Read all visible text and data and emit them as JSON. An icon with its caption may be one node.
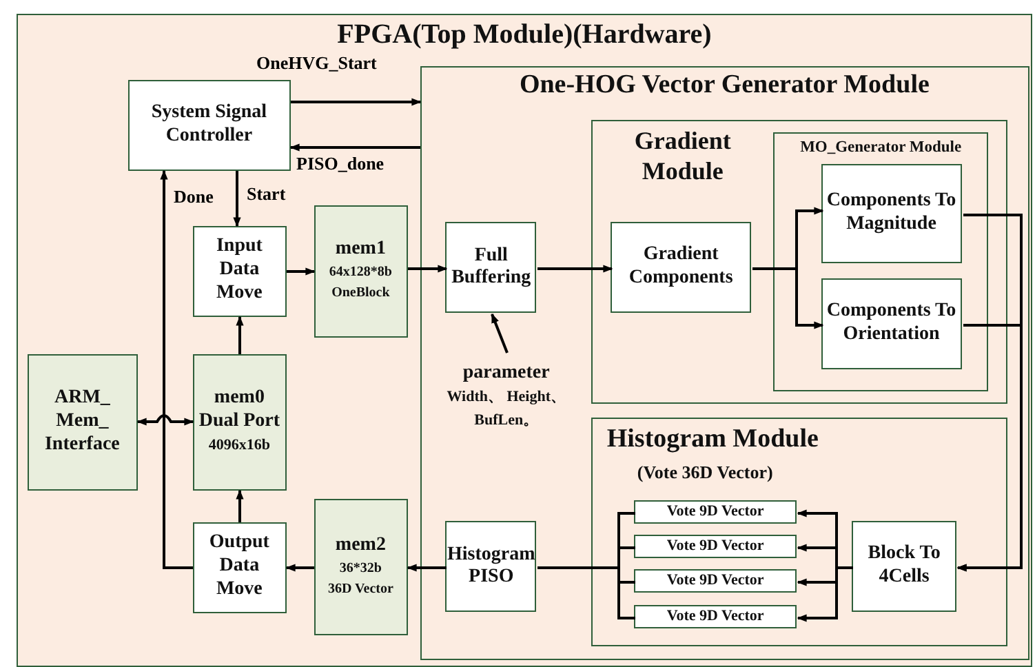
{
  "diagram": {
    "nodes": [
      {
        "text": [
          "FPGA(Top Module)(Hardware)"
        ]
      },
      {
        "text": [
          "One-HOG Vector Generator Module"
        ],
        "in": 0
      },
      {
        "text": [
          "System Signal Controller"
        ],
        "in": 0
      },
      {
        "text": [
          "Gradient Module"
        ],
        "in": 1
      },
      {
        "text": [
          "MO_Generator Module"
        ],
        "in": 3
      },
      {
        "text": [
          "Components To Magnitude"
        ],
        "in": 4
      },
      {
        "text": [
          "Components To Orientation"
        ],
        "in": 4
      },
      {
        "text": [
          "Input Data Move"
        ],
        "in": 0
      },
      {
        "text": [
          "mem1",
          "64x128*8b",
          "OneBlock"
        ],
        "in": 0
      },
      {
        "text": [
          "Full Buffering"
        ],
        "in": 1
      },
      {
        "text": [
          "Gradient Components"
        ],
        "in": 3
      },
      {
        "text": [
          "parameter",
          "Width、 Height、 BufLen。"
        ],
        "in": 1
      },
      {
        "text": [
          "ARM_ Mem_ Interface"
        ],
        "in": 0
      },
      {
        "text": [
          "mem0 Dual Port",
          "4096x16b"
        ],
        "in": 0
      },
      {
        "text": [
          "Histogram Module",
          "(Vote 36D Vector)"
        ],
        "in": 1
      },
      {
        "text": [
          "Vote 9D Vector"
        ],
        "in": 14
      },
      {
        "text": [
          "Vote 9D Vector"
        ],
        "in": 14
      },
      {
        "text": [
          "Vote 9D Vector"
        ],
        "in": 14
      },
      {
        "text": [
          "Vote 9D Vector"
        ],
        "in": 14
      },
      {
        "text": [
          "Output Data Move"
        ],
        "in": 0
      },
      {
        "text": [
          "mem2",
          "36*32b",
          "36D Vector"
        ],
        "in": 0
      },
      {
        "text": [
          "Histogram PISO"
        ],
        "in": 1
      },
      {
        "text": [
          "Block To 4Cells"
        ],
        "in": 14
      }
    ],
    "edges": [
      {
        "from": 2,
        "to": 1,
        "arrow": "to",
        "label": "OneHVG_Start"
      },
      {
        "from": 1,
        "to": 2,
        "arrow": "to",
        "label": "PISO_done"
      },
      {
        "from": 2,
        "to": 7,
        "arrow": "to",
        "label": "Start"
      },
      {
        "from": 19,
        "to": 2,
        "arrow": "to",
        "label": "Done"
      },
      {
        "from": 13,
        "to": 7,
        "arrow": "to"
      },
      {
        "from": 19,
        "to": 13,
        "arrow": "to"
      },
      {
        "from": 7,
        "to": 8,
        "arrow": "to"
      },
      {
        "from": 8,
        "to": 9,
        "arrow": "to"
      },
      {
        "from": 9,
        "to": 10,
        "arrow": "to"
      },
      {
        "from": 10,
        "to": 5,
        "arrow": "to"
      },
      {
        "from": 10,
        "to": 6,
        "arrow": "to"
      },
      {
        "from": 11,
        "to": 9,
        "arrow": "to"
      },
      {
        "from": 12,
        "to": 13,
        "arrow": "both"
      },
      {
        "from": 5,
        "to": 22,
        "arrow": "to"
      },
      {
        "from": 6,
        "to": 22,
        "arrow": "to"
      },
      {
        "from": 22,
        "to": 15,
        "arrow": "to"
      },
      {
        "from": 22,
        "to": 16,
        "arrow": "to"
      },
      {
        "from": 22,
        "to": 17,
        "arrow": "to"
      },
      {
        "from": 22,
        "to": 18,
        "arrow": "to"
      },
      {
        "from": 15,
        "to": 21,
        "arrow": "none"
      },
      {
        "from": 16,
        "to": 21,
        "arrow": "none"
      },
      {
        "from": 17,
        "to": 21,
        "arrow": "none"
      },
      {
        "from": 18,
        "to": 21,
        "arrow": "none"
      },
      {
        "from": 21,
        "to": 20,
        "arrow": "to"
      },
      {
        "from": 20,
        "to": 19,
        "arrow": "to"
      }
    ]
  }
}
